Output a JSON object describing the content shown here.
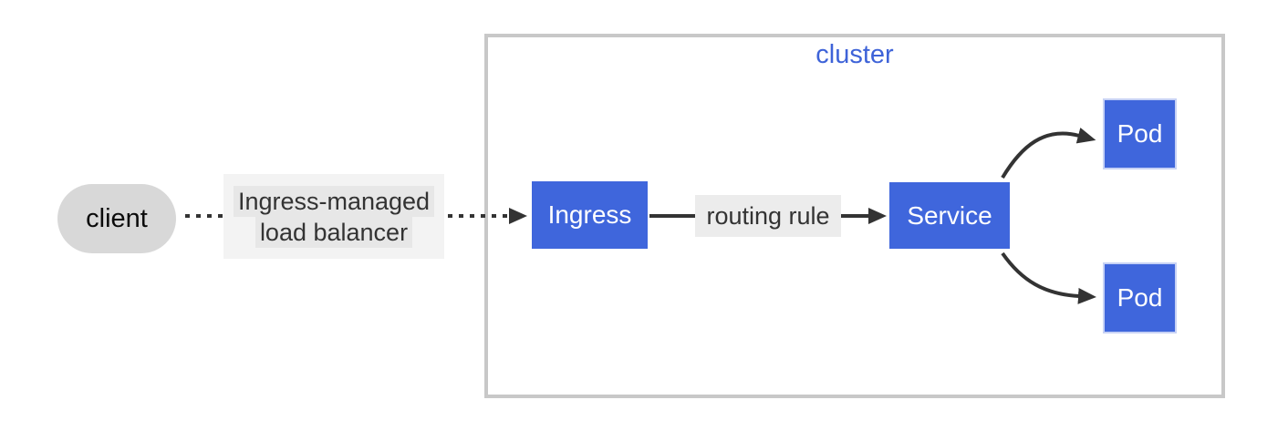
{
  "colors": {
    "node_blue": "#3f66dc",
    "node_border_light": "#c7d2f5",
    "cluster_border": "#c8c8c8",
    "cluster_label_blue": "#3e63d8",
    "client_gray": "#d8d8d8",
    "label_bg_outer": "#f3f3f3",
    "label_bg_inner": "#e7e7e7",
    "routing_label_bg": "#ececec",
    "arrow_dark": "#333333",
    "text_dark": "#333333"
  },
  "cluster": {
    "label": "cluster"
  },
  "nodes": {
    "client": {
      "label": "client",
      "shape": "stadium"
    },
    "ingress": {
      "label": "Ingress",
      "shape": "rect"
    },
    "service": {
      "label": "Service",
      "shape": "rect"
    },
    "pod_top": {
      "label": "Pod",
      "shape": "rect"
    },
    "pod_bottom": {
      "label": "Pod",
      "shape": "rect"
    }
  },
  "edges": {
    "client_to_ingress": {
      "style": "dotted-arrow",
      "label_line1": "Ingress-managed",
      "label_line2": "load balancer"
    },
    "ingress_to_service": {
      "style": "solid-arrow",
      "label": "routing rule"
    },
    "service_to_pod_top": {
      "style": "curved-arrow",
      "label": ""
    },
    "service_to_pod_bottom": {
      "style": "curved-arrow",
      "label": ""
    }
  }
}
